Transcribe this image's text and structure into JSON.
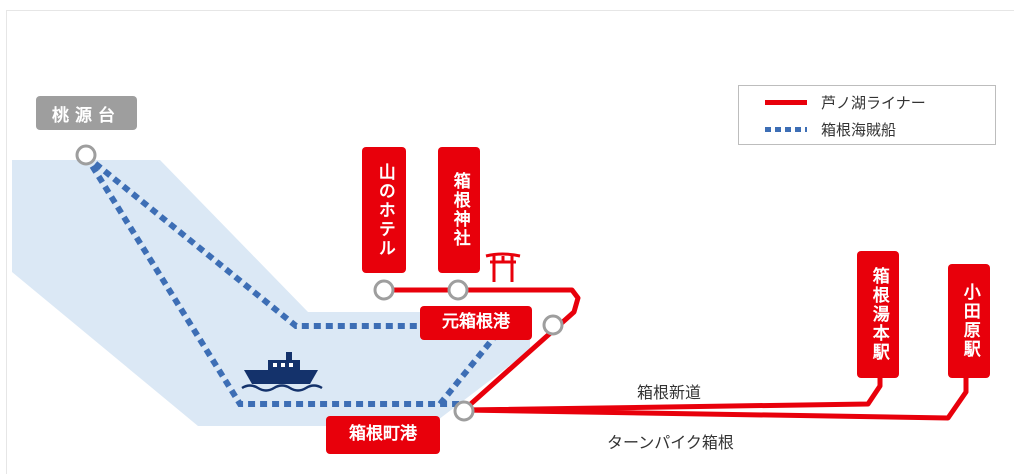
{
  "colors": {
    "line_red": "#e8000b",
    "line_blue_dotted": "#3d6eb5",
    "lake": "#dbe8f5",
    "label_grey": "#9e9e9e"
  },
  "legend": {
    "items": [
      {
        "label": "芦ノ湖ライナー",
        "style": "solid-red"
      },
      {
        "label": "箱根海賊船",
        "style": "dotted-blue"
      }
    ]
  },
  "stations": {
    "togendai": "桃源台",
    "yama_hotel": "山のホテル",
    "hakone_jinja": "箱根神社",
    "motohakone_port": "元箱根港",
    "hakonemachi_port": "箱根町港",
    "hakone_yumoto": "箱根湯本駅",
    "odawara": "小田原駅"
  },
  "roads": {
    "hakone_shindo": "箱根新道",
    "turnpike": "ターンパイク箱根"
  },
  "icons": [
    "torii-icon",
    "ship-icon"
  ]
}
